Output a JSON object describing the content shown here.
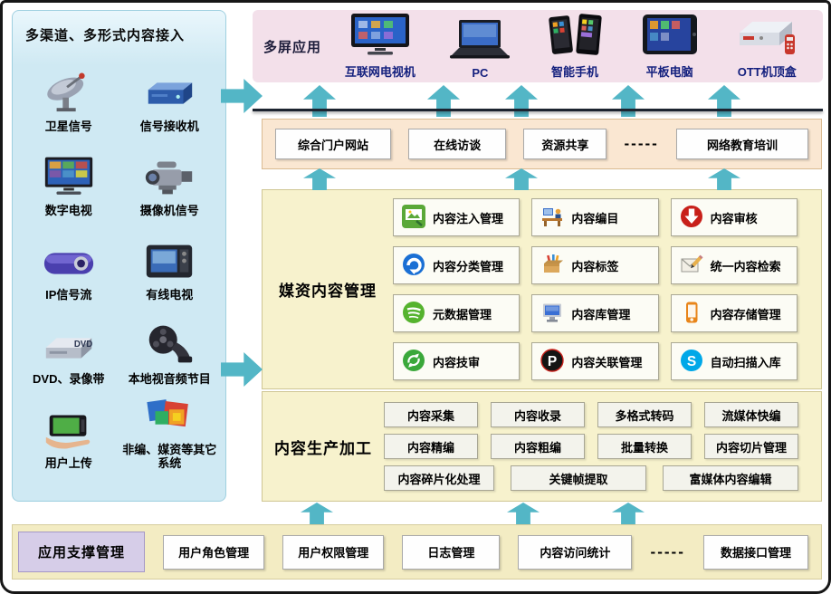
{
  "colors": {
    "arrow_teal": "#53b6c6",
    "left_panel_bg": "#cfe9f3",
    "top_panel_bg": "#f3e0ea",
    "portal_bg": "#fae7d2",
    "yellow_panel_bg": "#f7f2cd",
    "support_bg": "#f3ecc3",
    "support_title_bg": "#d6cde8",
    "device_label_blue": "#14207e"
  },
  "left_panel": {
    "title": "多渠道、多形式内容接入",
    "items": [
      {
        "label": "卫星信号",
        "icon": "satellite-dish-icon"
      },
      {
        "label": "信号接收机",
        "icon": "signal-receiver-icon"
      },
      {
        "label": "数字电视",
        "icon": "digital-tv-icon"
      },
      {
        "label": "摄像机信号",
        "icon": "camcorder-icon"
      },
      {
        "label": "IP信号流",
        "icon": "ip-stream-device-icon"
      },
      {
        "label": "有线电视",
        "icon": "cable-tv-icon"
      },
      {
        "label": "DVD、录像带",
        "icon": "dvd-player-icon"
      },
      {
        "label": "本地视音频节目",
        "icon": "film-reel-icon"
      },
      {
        "label": "用户上传",
        "icon": "user-upload-hand-icon"
      },
      {
        "label": "非编、媒资等其它系统",
        "icon": "external-systems-icon"
      }
    ],
    "dvd_text": "DVD"
  },
  "top_panel": {
    "title": "多屏应用",
    "devices": [
      {
        "label": "互联网电视机",
        "icon": "internet-tv-icon"
      },
      {
        "label": "PC",
        "icon": "laptop-icon"
      },
      {
        "label": "智能手机",
        "icon": "smartphone-icon"
      },
      {
        "label": "平板电脑",
        "icon": "tablet-icon"
      },
      {
        "label": "OTT机顶盒",
        "icon": "ott-settop-box-icon"
      }
    ]
  },
  "portal_row": {
    "items": [
      "综合门户网站",
      "在线访谈",
      "资源共享",
      "-----",
      "网络教育培训"
    ]
  },
  "media_panel": {
    "title": "媒资内容管理",
    "items": [
      {
        "label": "内容注入管理",
        "icon": "content-ingest-icon"
      },
      {
        "label": "内容编目",
        "icon": "catalog-desk-icon"
      },
      {
        "label": "内容审核",
        "icon": "review-download-icon"
      },
      {
        "label": "内容分类管理",
        "icon": "classify-rotate-icon"
      },
      {
        "label": "内容标签",
        "icon": "tag-box-icon"
      },
      {
        "label": "统一内容检索",
        "icon": "search-edit-icon"
      },
      {
        "label": "元数据管理",
        "icon": "metadata-icon"
      },
      {
        "label": "内容库管理",
        "icon": "library-computer-icon"
      },
      {
        "label": "内容存储管理",
        "icon": "storage-device-icon"
      },
      {
        "label": "内容技审",
        "icon": "tech-review-recycle-icon"
      },
      {
        "label": "内容关联管理",
        "icon": "association-p-icon"
      },
      {
        "label": "自动扫描入库",
        "icon": "auto-scan-s-icon"
      }
    ],
    "p_glyph": "P",
    "s_glyph": "S"
  },
  "production_panel": {
    "title": "内容生产加工",
    "rows": [
      [
        "内容采集",
        "内容收录",
        "多格式转码",
        "流媒体快编"
      ],
      [
        "内容精编",
        "内容粗编",
        "批量转换",
        "内容切片管理"
      ],
      [
        "内容碎片化处理",
        "关键帧提取",
        "富媒体内容编辑"
      ]
    ]
  },
  "support_panel": {
    "title": "应用支撑管理",
    "items": [
      "用户角色管理",
      "用户权限管理",
      "日志管理",
      "内容访问统计",
      "-----",
      "数据接口管理"
    ]
  }
}
